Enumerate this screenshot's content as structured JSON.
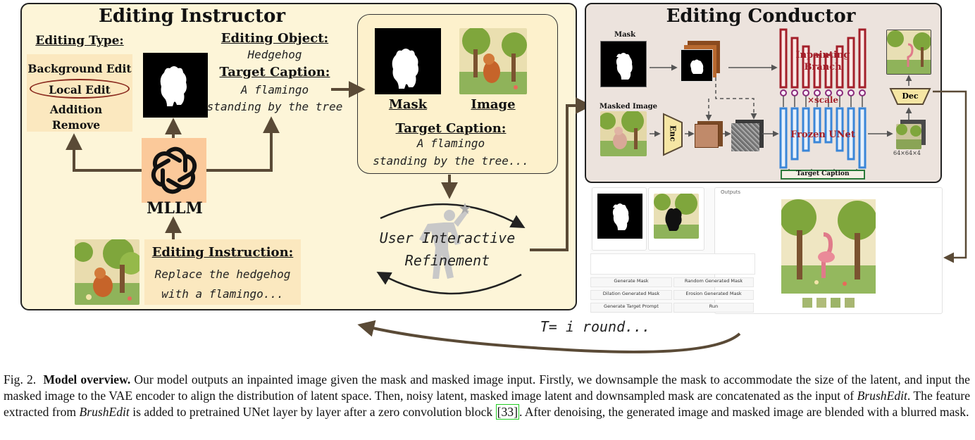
{
  "left_panel": {
    "title": "Editing Instructor",
    "editing_type": {
      "label": "Editing Type:",
      "items": [
        "Background Edit",
        "Local Edit",
        "Addition",
        "Remove"
      ]
    },
    "editing_object": {
      "label": "Editing Object:",
      "value": "Hedgehog"
    },
    "target_caption": {
      "label": "Target Caption:",
      "lines": [
        "A flamingo",
        "standing by the tree"
      ]
    },
    "mllm_label": "MLLM",
    "editing_instruction": {
      "label": "Editing Instruction:",
      "lines": [
        "Replace the hedgehog",
        "with a flamingo..."
      ]
    },
    "output_box": {
      "mask_label": "Mask",
      "image_label": "Image",
      "caption_label": "Target Caption:",
      "caption_lines": [
        "A flamingo",
        "standing by the tree..."
      ]
    },
    "refinement": {
      "lines": [
        "User Interactive",
        "Refinement"
      ]
    }
  },
  "right_panel": {
    "title": "Editing Conductor",
    "mask_label": "Mask",
    "masked_image_label": "Masked Image",
    "enc_label": "Enc",
    "dec_label": "Dec",
    "inpainting_branch": [
      "Inpainting",
      "Branch"
    ],
    "scale_label": "×scale",
    "frozen_unet_label": "Frozen UNet",
    "target_caption_label": "Target Caption",
    "latent_size_label": "64×64×4"
  },
  "ui_demo": {
    "outputs_tab": "Outputs",
    "buttons": [
      "Generate Mask",
      "Random Generated Mask",
      "Dilation Generated Mask",
      "Erosion Generated Mask",
      "Generate Target Prompt",
      "Run"
    ]
  },
  "loop_label": "T= i round...",
  "caption": {
    "fig": "Fig. 2.",
    "heading": "Model overview.",
    "t1": " Our model outputs an inpainted image given the mask and masked image input. Firstly, we downsample the mask to accommodate the size of the latent, and input the masked image to the VAE encoder to align the distribution of latent space. Then, noisy latent, masked image latent and downsampled mask are concatenated as the input of ",
    "name1": "BrushEdit",
    "t2": ". The feature extracted from ",
    "name2": "BrushEdit",
    "t3": " is added to pretrained UNet layer by layer after a zero convolution block ",
    "ref": "[33]",
    "t4": ". After denoising, the generated image and masked image are blended with a blurred mask."
  },
  "colors": {
    "left_panel_bg": "#fdf5d8",
    "right_panel_bg": "#ece3dd",
    "inpainting_red": "#a3202a",
    "frozen_blue": "#3a86d8",
    "arrow_brown": "#5a4a36",
    "caption_green": "#2a7a3a"
  }
}
